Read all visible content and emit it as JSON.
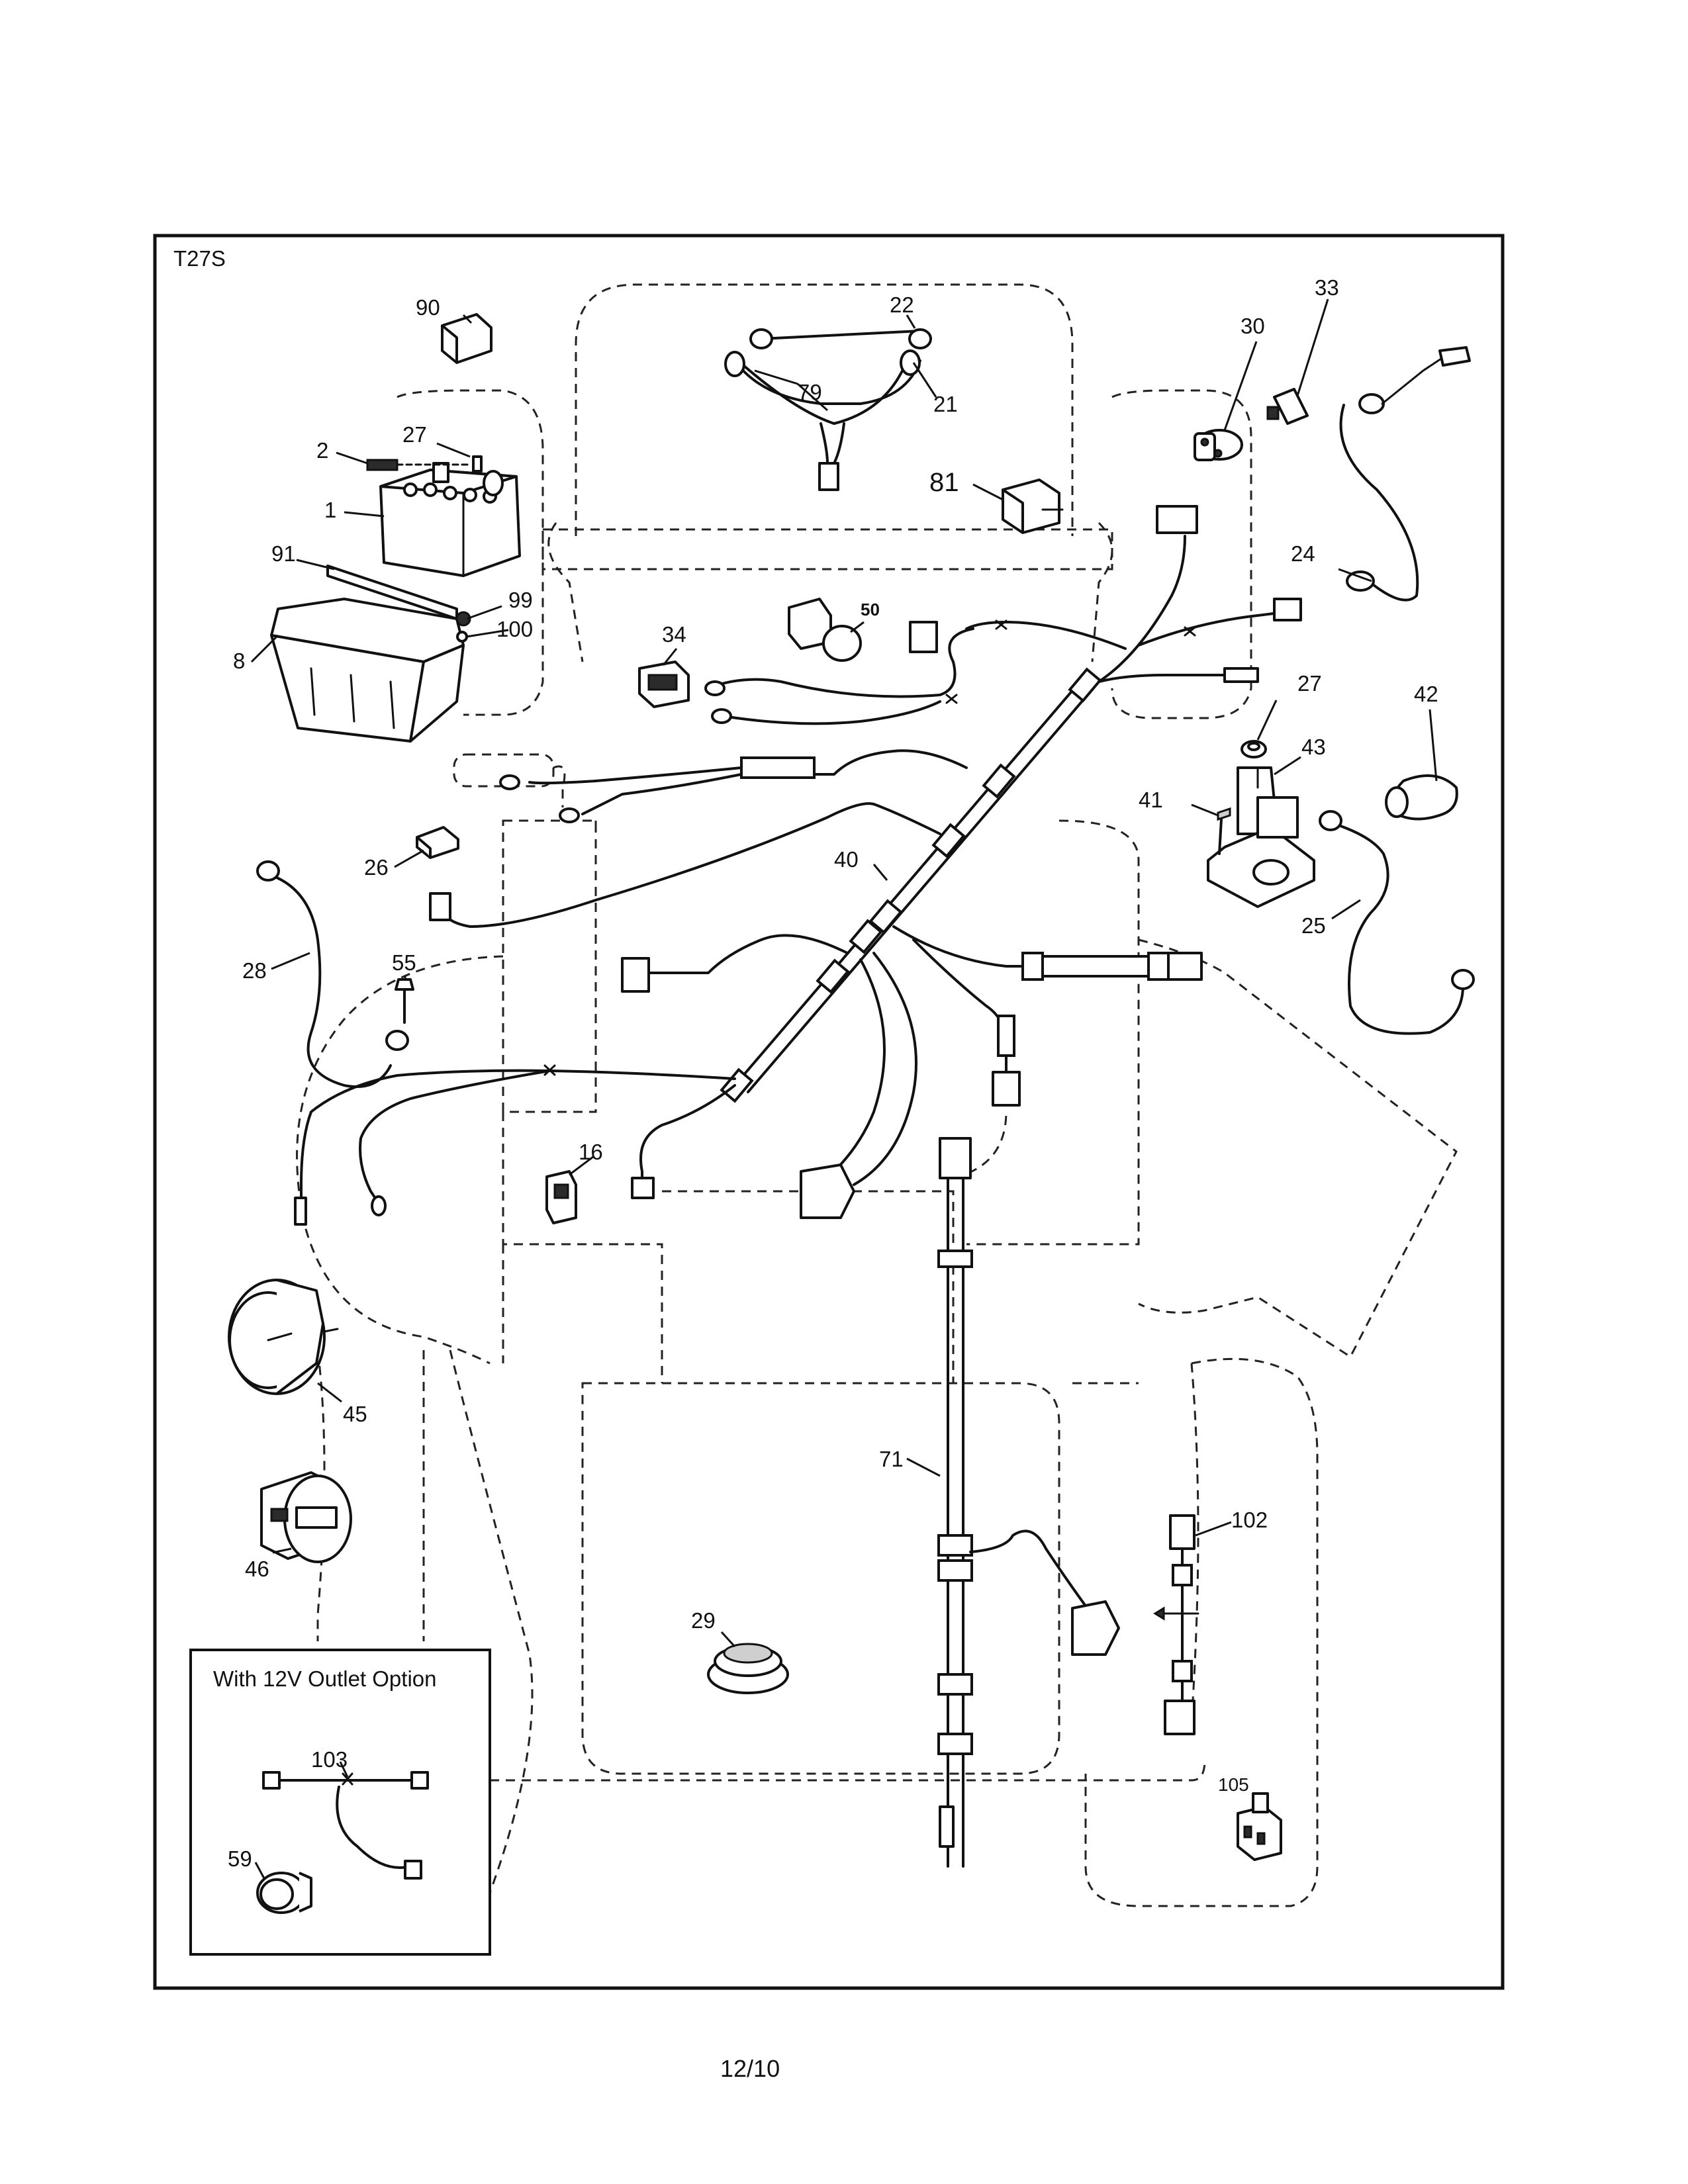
{
  "diagram": {
    "model_code": "T27S",
    "inset_title": "With 12V Outlet Option",
    "footer_date": "12/10"
  },
  "callouts": {
    "c90": "90",
    "c22": "22",
    "c79": "79",
    "c21": "21",
    "c33": "33",
    "c30": "30",
    "c2": "2",
    "c27a": "27",
    "c1": "1",
    "c81": "81",
    "c91": "91",
    "c99": "99",
    "c100": "100",
    "c8": "8",
    "c24": "24",
    "c34": "34",
    "c50": "50",
    "c27b": "27",
    "c42": "42",
    "c43": "43",
    "c41": "41",
    "c26": "26",
    "c40": "40",
    "c25": "25",
    "c28": "28",
    "c55": "55",
    "c16": "16",
    "c45": "45",
    "c71": "71",
    "c102": "102",
    "c46": "46",
    "c29": "29",
    "c103": "103",
    "c105": "105",
    "c59": "59"
  }
}
